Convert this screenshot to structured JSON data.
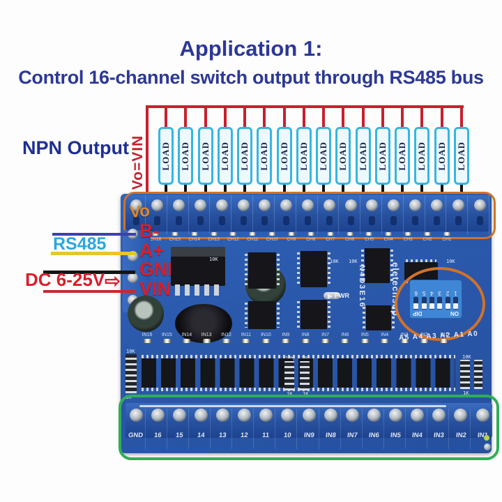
{
  "title": {
    "line1": "Application 1:",
    "line2": "Control 16-channel switch output through RS485 bus"
  },
  "annotations": {
    "npn_output": "NPN Output",
    "vo_equals_vin": "Vo=VIN",
    "vo": "Vo",
    "rs485": "RS485",
    "dc_power": "DC 6-25V",
    "dc_arrow": "⇨"
  },
  "wiring": {
    "loads": [
      "LOAD",
      "LOAD",
      "LOAD",
      "LOAD",
      "LOAD",
      "LOAD",
      "LOAD",
      "LOAD",
      "LOAD",
      "LOAD",
      "LOAD",
      "LOAD",
      "LOAD",
      "LOAD",
      "LOAD",
      "LOAD"
    ]
  },
  "board": {
    "model": "N4D3E16",
    "brand": "eletechsup",
    "pwr_label": "PWR",
    "top_terminals": [
      "Vo",
      "",
      "",
      "",
      "",
      "",
      "",
      "",
      "",
      "",
      "",
      "",
      "",
      "",
      "",
      "",
      ""
    ],
    "rs485_terminals": [
      "B-",
      "A+",
      "GND",
      "VIN"
    ],
    "ch_leds": [
      "CH16",
      "CH15",
      "CH14",
      "CH13",
      "CH12",
      "CH11",
      "CH10",
      "CH9",
      "CH8",
      "CH7",
      "CH6",
      "CH5",
      "CH4",
      "CH3",
      "CH2",
      "CH1"
    ],
    "in_leds": [
      "IN16",
      "IN15",
      "IN14",
      "IN13",
      "IN12",
      "IN11",
      "IN10",
      "IN9",
      "IN8",
      "IN7",
      "IN6",
      "IN5",
      "IN4",
      "IN3",
      "IN2",
      "IN1"
    ],
    "bottom_terminals": [
      "GND",
      "16",
      "15",
      "14",
      "13",
      "12",
      "11",
      "10",
      "IN9",
      "IN8",
      "IN7",
      "IN6",
      "IN5",
      "IN4",
      "IN3",
      "IN2",
      "IN1"
    ],
    "dip": {
      "numbers": [
        "1",
        "2",
        "3",
        "4",
        "5",
        "6"
      ],
      "on_label": "ON",
      "dip_label": "DIP"
    },
    "address_bits": "A5 A4 A3 A2 A1 A0",
    "resistors": {
      "r10k": "10K",
      "r1k": "1K"
    }
  },
  "colors": {
    "title_navy": "#2c3896",
    "wire_red": "#c8202e",
    "wire_blue": "#4040a8",
    "wire_yellow": "#e7c62a",
    "wire_black": "#141414",
    "rs485_cyan": "#2ba7df",
    "board_blue": "#2a58ab",
    "outline_orange": "#d2722a",
    "outline_green": "#2fae57",
    "load_cyan": "#35b6e0"
  }
}
